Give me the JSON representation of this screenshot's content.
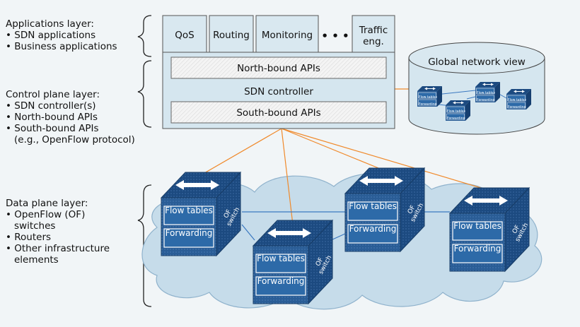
{
  "layers": {
    "applications": {
      "title": "Applications layer:",
      "items": [
        "• SDN applications",
        "• Business applications"
      ]
    },
    "control": {
      "title": "Control plane layer:",
      "items": [
        "• SDN controller(s)",
        "• North-bound APIs",
        "• South-bound APIs",
        "(e.g., OpenFlow protocol)"
      ]
    },
    "data": {
      "title": "Data plane layer:",
      "items": [
        "• OpenFlow (OF)",
        "switches",
        "• Routers",
        "• Other infrastructure",
        "elements"
      ]
    }
  },
  "apps": [
    "QoS",
    "Routing",
    "Monitoring",
    "• • •",
    "Traffic",
    "eng."
  ],
  "controller": {
    "north": "North-bound APIs",
    "name": "SDN controller",
    "south": "South-bound APIs"
  },
  "global_view": {
    "title": "Global network view",
    "mini_flow": "Flow tables",
    "mini_fwd": "Forwarding"
  },
  "switch_labels": {
    "flow": "Flow tables",
    "forwarding": "Forwarding",
    "of_line1": "OF",
    "of_line2": "switch"
  },
  "colors": {
    "background": "#f1f5f7",
    "app_box": "#d9e8f0",
    "controller_box": "#d5e6ef",
    "cloud": "#c6dcea",
    "switch_front": "#2a5d96",
    "switch_top": "#1c4a80",
    "switch_side": "#163f70",
    "link_orange": "#f08a2c",
    "link_blue": "#3a78c0"
  }
}
